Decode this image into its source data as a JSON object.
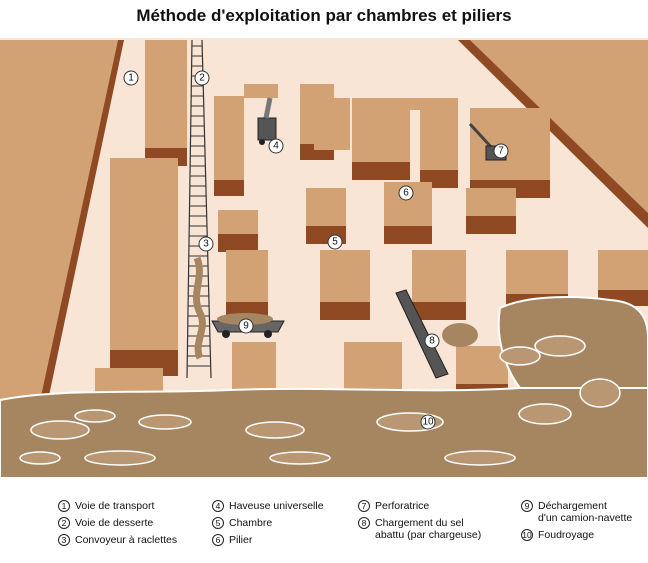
{
  "title": "Méthode d'exploitation par chambres et piliers",
  "legend": [
    {
      "num": "1",
      "label": "Voie de transport"
    },
    {
      "num": "2",
      "label": "Voie de desserte"
    },
    {
      "num": "3",
      "label": "Convoyeur à raclettes"
    },
    {
      "num": "4",
      "label": "Haveuse universelle"
    },
    {
      "num": "5",
      "label": "Chambre"
    },
    {
      "num": "6",
      "label": "Pilier"
    },
    {
      "num": "7",
      "label": "Perforatrice"
    },
    {
      "num": "8",
      "label": "Chargement du sel\nabattu (par chargeuse)"
    },
    {
      "num": "9",
      "label": "Déchargement\nd'un camion-navette"
    },
    {
      "num": "10",
      "label": "Foudroyage"
    }
  ],
  "colors": {
    "floor": "#f9e5d6",
    "pillar_top": "#d2a274",
    "pillar_side": "#8f4a24",
    "rubble": "#a58661",
    "rubble_light": "#b89772"
  }
}
